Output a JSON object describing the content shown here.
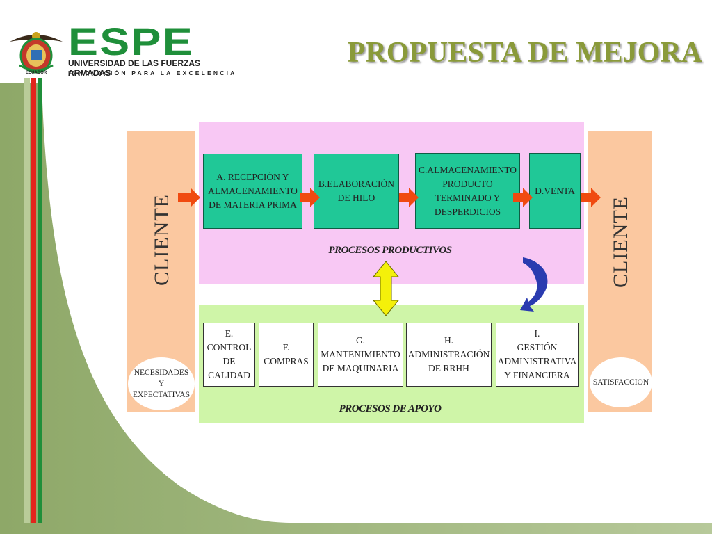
{
  "header": {
    "title": "PROPUESTA DE MEJORA",
    "logo": {
      "word": "ESPE",
      "university": "UNIVERSIDAD DE LAS FUERZAS ARMADAS",
      "tagline": "INNOVACIÓN PARA LA EXCELENCIA",
      "country": "ECUADOR"
    }
  },
  "diagram": {
    "client_left": {
      "label": "CLIENTE",
      "note": "NECESIDADES\nY\nEXPECTATIVAS"
    },
    "client_right": {
      "label": "CLIENTE",
      "note": "SATISFACCION"
    },
    "productive": {
      "label": "PROCESOS PRODUCTIVOS",
      "steps": [
        "A. RECEPCIÓN Y\nALMACENAMIENTO\nDE MATERIA PRIMA",
        "B.ELABORACIÓN\nDE HILO",
        "C.ALMACENAMIENTO\nPRODUCTO\nTERMINADO Y\nDESPERDICIOS",
        "D.VENTA"
      ]
    },
    "support": {
      "label": "PROCESOS DE APOYO",
      "steps": [
        "E.\nCONTROL\nDE\nCALIDAD",
        "F.\nCOMPRAS",
        "G.\nMANTENIMIENTO\nDE MAQUINARIA",
        "H.\nADMINISTRACIÓN\nDE RRHH",
        "I.\nGESTIÓN\nADMINISTRATIVA\nY FINANCIERA"
      ]
    }
  },
  "colors": {
    "title": "#8a9a3a",
    "client_panel": "#fbc8a0",
    "productive_panel": "#f8c8f4",
    "support_panel": "#cff5a8",
    "process_box": "#20c897",
    "flow_arrow": "#f04a10",
    "double_arrow": "#f4f00a",
    "curved_arrow": "#2a3bb0",
    "stripe_red": "#e2251c",
    "stripe_green": "#1f8f3a",
    "background_curve": "#9bb07a"
  }
}
